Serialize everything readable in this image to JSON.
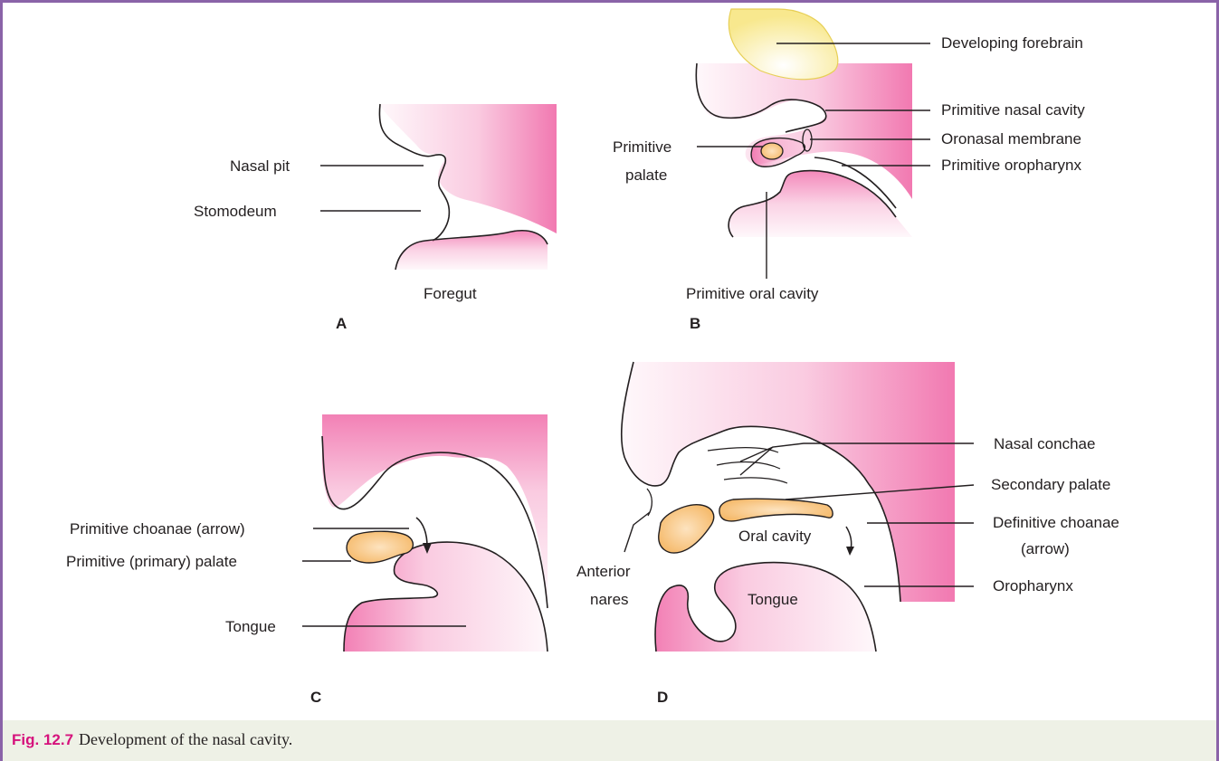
{
  "colors": {
    "tissue": "#f06aa8",
    "palate": "#f7c27a",
    "forebrain": "#fbeea0",
    "border": "#8a63a8",
    "caption_bg": "#eef1e6",
    "fig_number": "#d6127c"
  },
  "panels": {
    "A": {
      "letter": "A",
      "labels": {
        "nasal_pit": "Nasal pit",
        "stomodeum": "Stomodeum",
        "foregut": "Foregut"
      }
    },
    "B": {
      "letter": "B",
      "labels": {
        "forebrain": "Developing forebrain",
        "nasal_cavity": "Primitive nasal cavity",
        "palate_1": "Primitive",
        "palate_2": "palate",
        "oronasal": "Oronasal membrane",
        "oropharynx": "Primitive oropharynx",
        "oral_cavity": "Primitive oral cavity"
      }
    },
    "C": {
      "letter": "C",
      "labels": {
        "choanae": "Primitive choanae (arrow)",
        "palate": "Primitive (primary) palate",
        "tongue": "Tongue"
      }
    },
    "D": {
      "letter": "D",
      "labels": {
        "conchae": "Nasal conchae",
        "secondary_palate": "Secondary palate",
        "def_choanae_1": "Definitive choanae",
        "def_choanae_2": "(arrow)",
        "oral_cavity": "Oral cavity",
        "ant_nares_1": "Anterior",
        "ant_nares_2": "nares",
        "oropharynx": "Oropharynx",
        "tongue": "Tongue"
      }
    }
  },
  "caption": {
    "number": "Fig. 12.7",
    "text": "Development of the nasal cavity."
  }
}
